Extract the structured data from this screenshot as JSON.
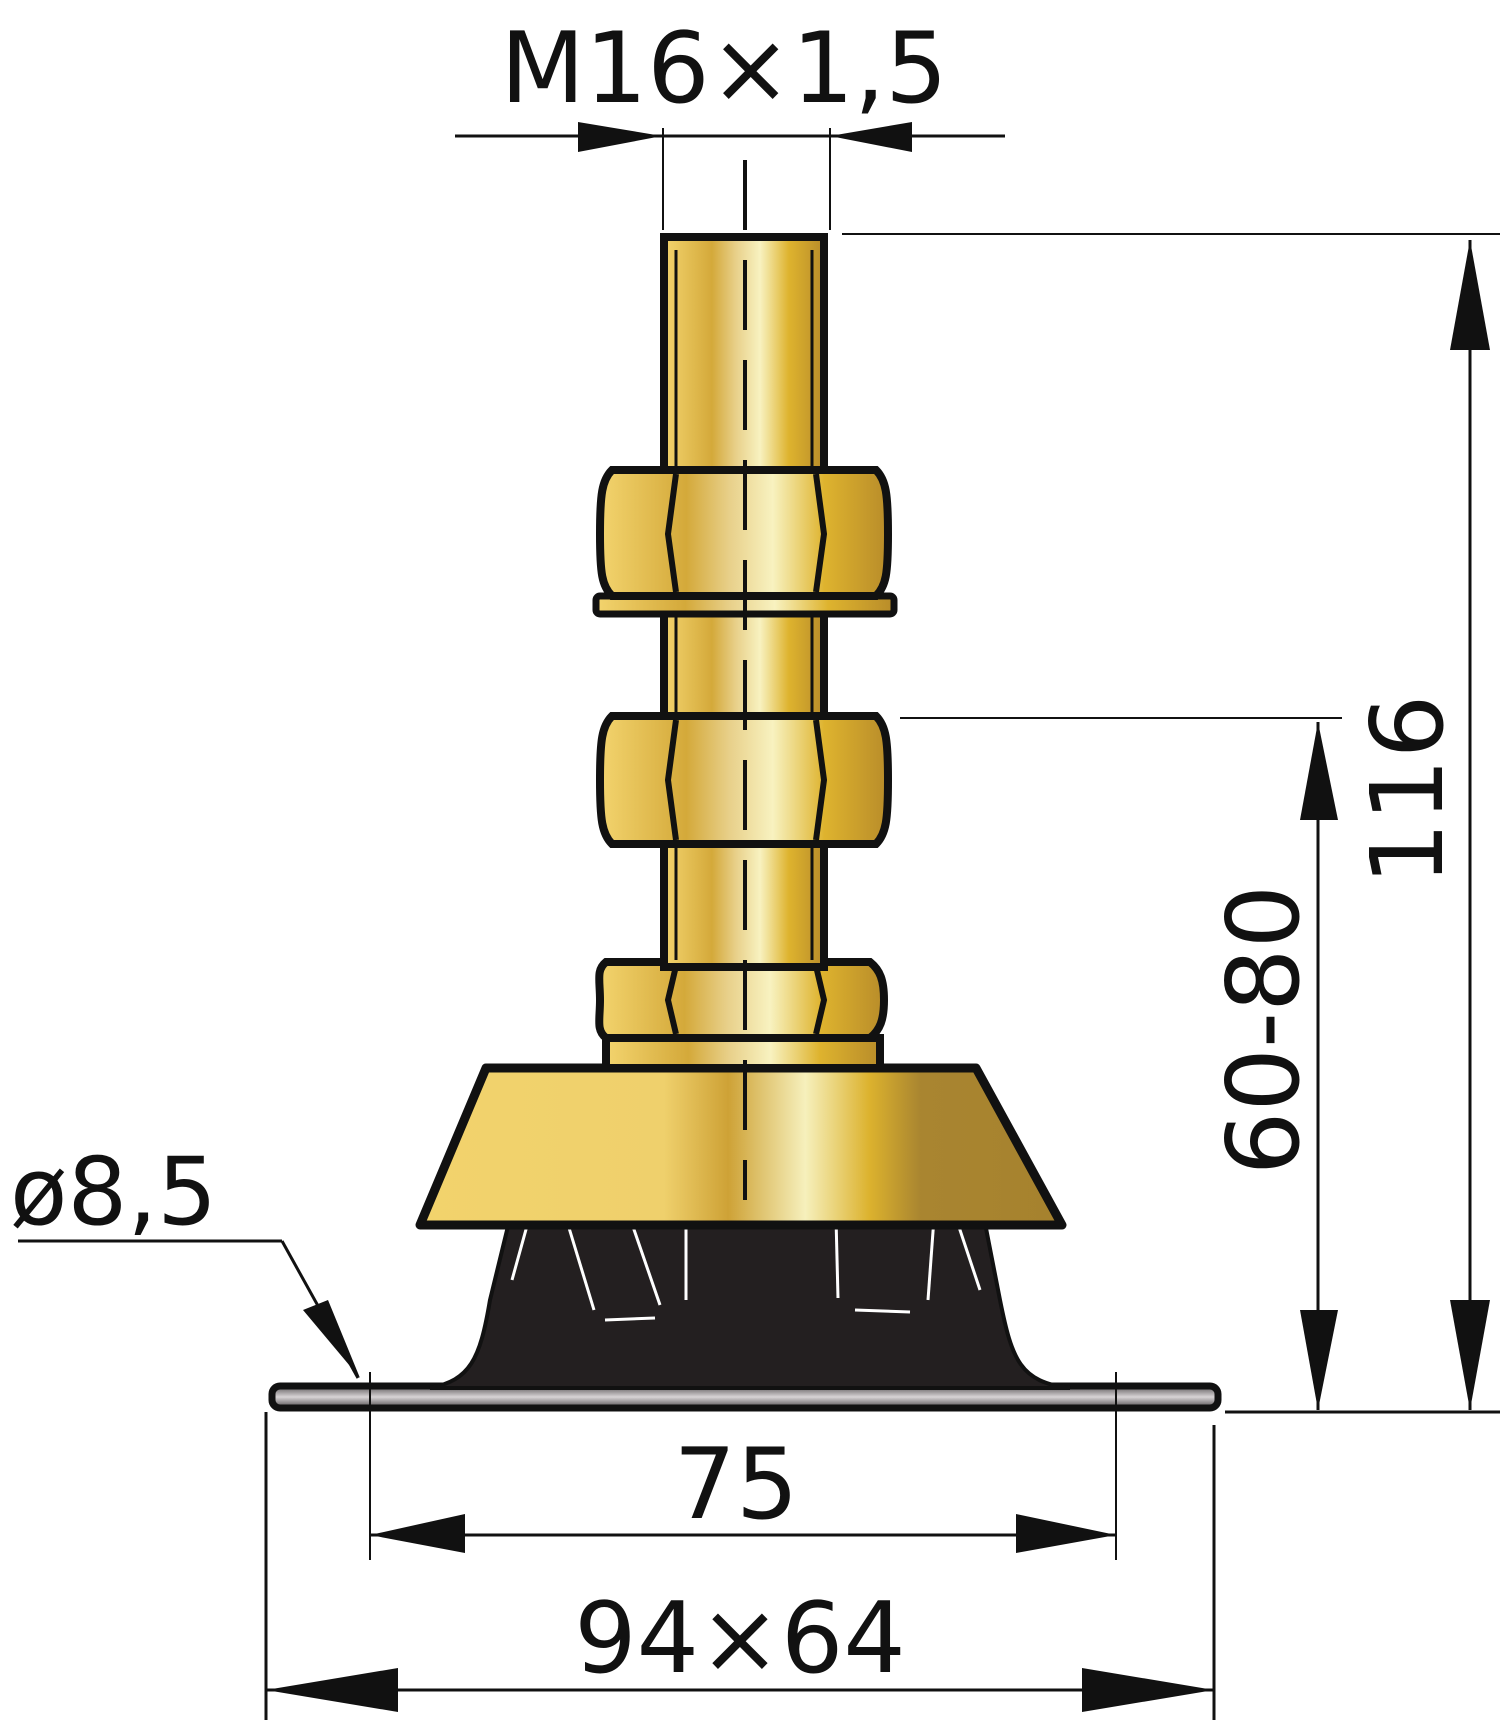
{
  "diagram": {
    "type": "technical-drawing",
    "subject": "engine-mount-flexible",
    "colors": {
      "brass_light": "#f6f0b8",
      "brass_mid": "#e2c46a",
      "brass_dark": "#c99a2a",
      "brass_shadow": "#a8852e",
      "rubber": "#231f20",
      "base_plate": "#8a8688",
      "outline": "#111111"
    },
    "dimensions": {
      "thread": {
        "label": "M16×1,5"
      },
      "hole": {
        "label": "ø8,5"
      },
      "total_height": {
        "label": "116"
      },
      "adjust_height": {
        "label": "60-80"
      },
      "hole_spacing": {
        "label": "75"
      },
      "base_size": {
        "label": "94×64"
      }
    }
  }
}
